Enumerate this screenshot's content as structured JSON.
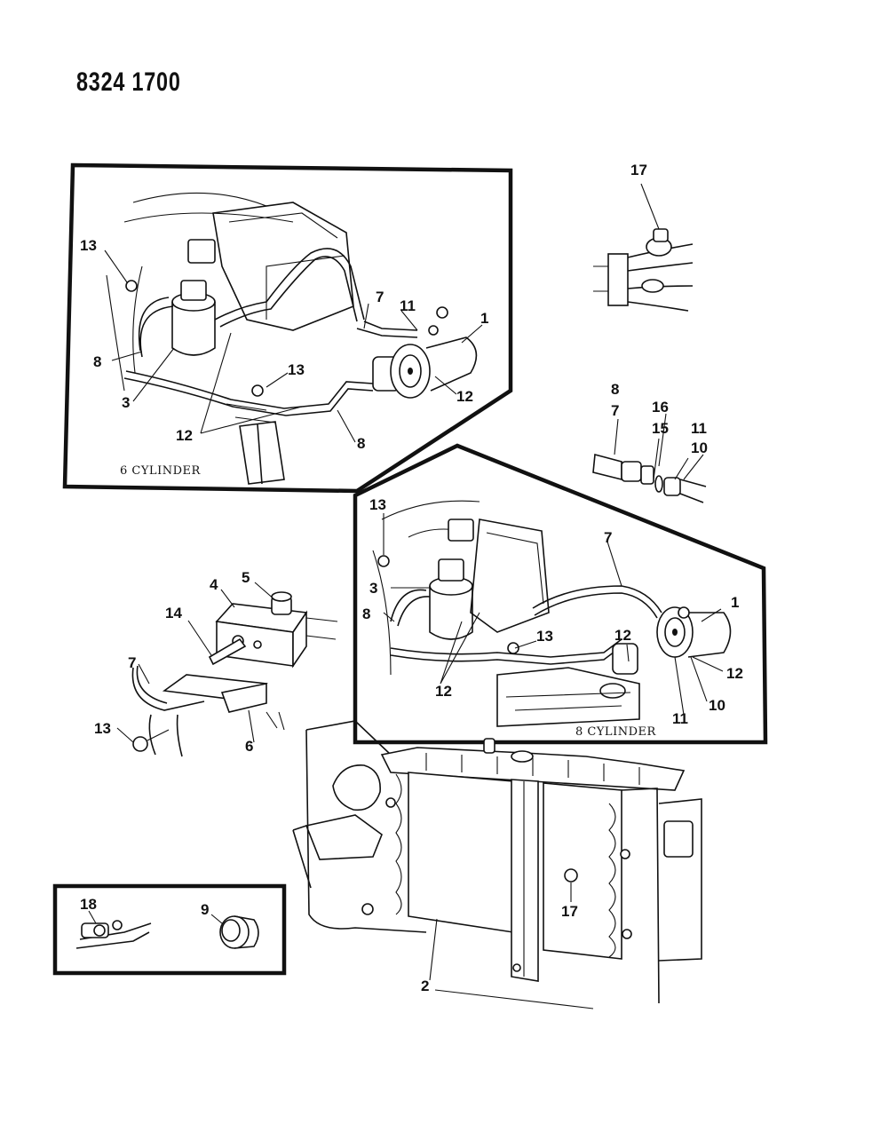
{
  "document_number": "8324 1700",
  "captions": {
    "six_cylinder": "6 CYLINDER",
    "eight_cylinder": "8 CYLINDER"
  },
  "callouts": {
    "six_cyl": [
      "13",
      "8",
      "3",
      "7",
      "11",
      "1",
      "13",
      "12",
      "12",
      "8"
    ],
    "top_right": [
      "17"
    ],
    "fitting_stack": [
      "8",
      "7",
      "16",
      "15",
      "11",
      "10"
    ],
    "eight_cyl": [
      "13",
      "7",
      "3",
      "8",
      "1",
      "13",
      "12",
      "12",
      "12",
      "10",
      "11"
    ],
    "bracket": [
      "4",
      "5",
      "14",
      "7",
      "13",
      "6"
    ],
    "condenser": [
      "17",
      "2"
    ],
    "inset": [
      "18",
      "9"
    ]
  }
}
